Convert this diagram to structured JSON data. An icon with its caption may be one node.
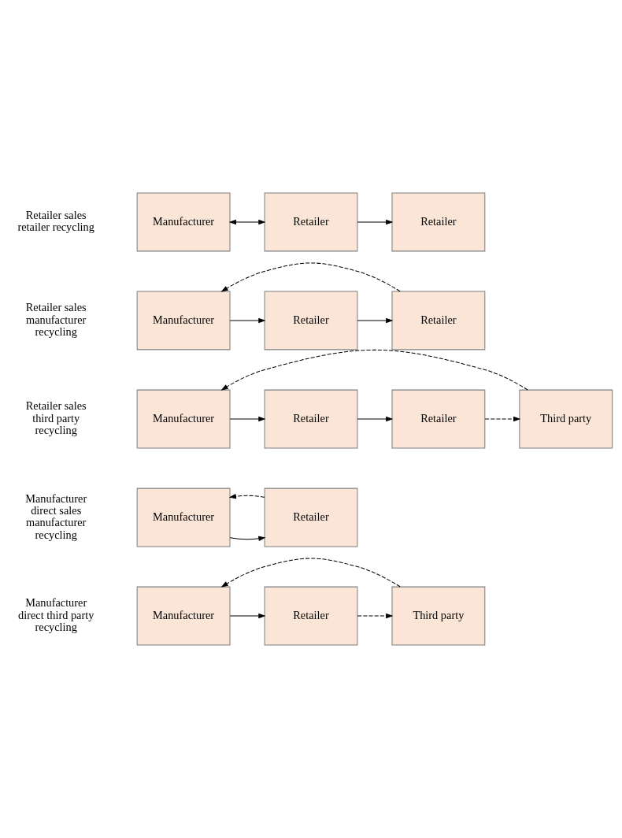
{
  "diagram": {
    "nodes": [
      {
        "text": [
          "Manufacturer"
        ]
      },
      {
        "text": [
          "Retailer"
        ]
      },
      {
        "text": [
          "Retailer"
        ]
      },
      {
        "text": [
          "Manufacturer"
        ]
      },
      {
        "text": [
          "Retailer"
        ]
      },
      {
        "text": [
          "Retailer"
        ]
      },
      {
        "text": [
          "Manufacturer"
        ]
      },
      {
        "text": [
          "Retailer"
        ]
      },
      {
        "text": [
          "Retailer"
        ]
      },
      {
        "text": [
          "Third party"
        ]
      },
      {
        "text": [
          "Manufacturer"
        ]
      },
      {
        "text": [
          "Retailer"
        ]
      },
      {
        "text": [
          "Manufacturer"
        ]
      },
      {
        "text": [
          "Third party"
        ]
      },
      {
        "text": [
          "Retailer"
        ]
      }
    ],
    "edges": [
      {
        "from": 0,
        "to": 1,
        "arrow": "both"
      },
      {
        "from": 1,
        "to": 2,
        "arrow": "to"
      },
      {
        "from": 3,
        "to": 4,
        "arrow": "to"
      },
      {
        "from": 4,
        "to": 5,
        "arrow": "to"
      },
      {
        "from": 5,
        "to": 3,
        "arrow": "to",
        "style": "dashed"
      },
      {
        "from": 6,
        "to": 7,
        "arrow": "to"
      },
      {
        "from": 7,
        "to": 8,
        "arrow": "to"
      },
      {
        "from": 8,
        "to": 9,
        "arrow": "to",
        "style": "dashed"
      },
      {
        "from": 9,
        "to": 6,
        "arrow": "to",
        "style": "dashed"
      },
      {
        "from": 10,
        "to": 11,
        "arrow": "to"
      },
      {
        "from": 11,
        "to": 10,
        "arrow": "to",
        "style": "dashed"
      },
      {
        "from": 12,
        "to": 14,
        "arrow": "to"
      },
      {
        "from": 14,
        "to": 13,
        "arrow": "to",
        "style": "dashed"
      },
      {
        "from": 13,
        "to": 12,
        "arrow": "to",
        "style": "dashed"
      }
    ],
    "labels": [
      "Retailer sales retailer recycling",
      "Retailer sales manufacturer recycling",
      "Retailer sales third party recycling",
      "Manufacturer direct sales manufacturer recycling",
      "Manufacturer direct third party recycling"
    ]
  }
}
